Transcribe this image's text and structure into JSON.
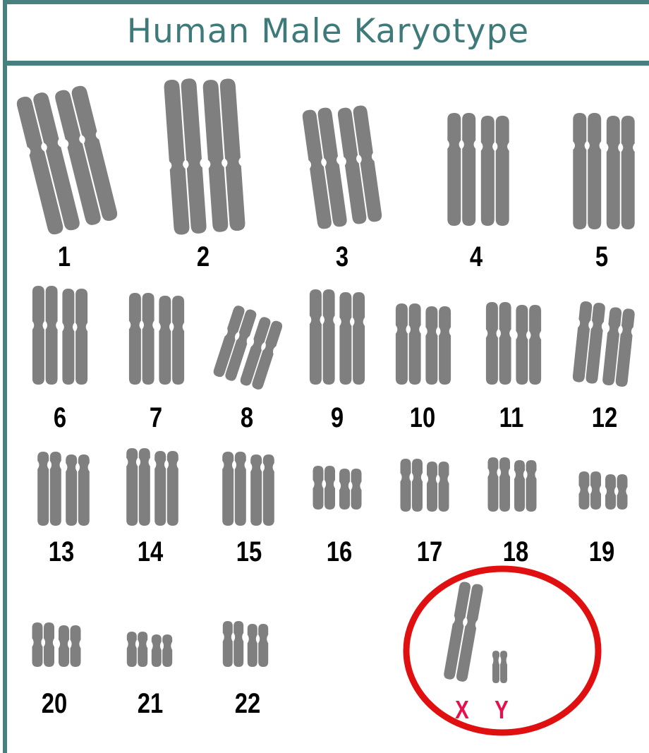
{
  "title": "Human Male Karyotype",
  "colors": {
    "frame": "#4a7f7f",
    "title": "#3f7a7a",
    "chromosome": "#7f7f7f",
    "label": "#000000",
    "sex_label": "#e8104a",
    "highlight_circle": "#e01010"
  },
  "autosome_labels": [
    "1",
    "2",
    "3",
    "4",
    "5",
    "6",
    "7",
    "8",
    "9",
    "10",
    "11",
    "12",
    "13",
    "14",
    "15",
    "16",
    "17",
    "18",
    "19",
    "20",
    "21",
    "22"
  ],
  "sex_chromosomes": {
    "x_label": "X",
    "y_label": "Y"
  },
  "highlight": "circle around sex chromosomes"
}
